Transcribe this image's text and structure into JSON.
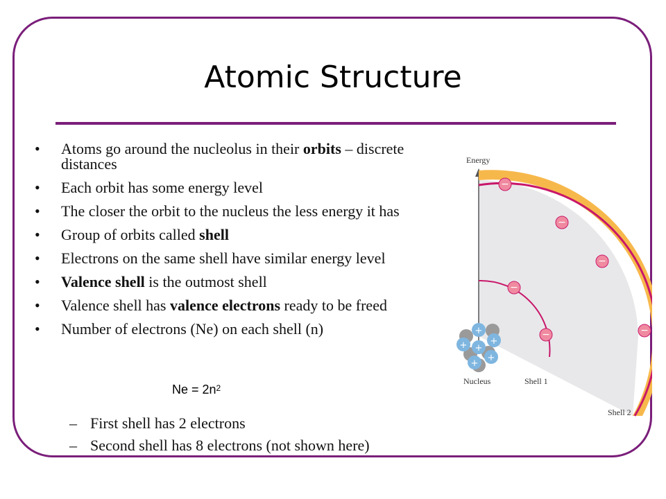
{
  "slide": {
    "title": "Atomic Structure",
    "bullets": [
      {
        "parts": [
          {
            "text": "Atoms go around the nucleolus in their "
          },
          {
            "text": "orbits",
            "bold": true
          },
          {
            "text": " – discrete distances"
          }
        ]
      },
      {
        "parts": [
          {
            "text": "Each orbit has some energy level"
          }
        ]
      },
      {
        "parts": [
          {
            "text": "The closer the orbit to the nucleus the less energy it has"
          }
        ]
      },
      {
        "parts": [
          {
            "text": "Group of orbits called "
          },
          {
            "text": "shell",
            "bold": true
          }
        ]
      },
      {
        "parts": [
          {
            "text": "Electrons on the same shell have similar energy level"
          }
        ]
      },
      {
        "parts": [
          {
            "text": "Valence shell",
            "bold": true
          },
          {
            "text": " is the outmost shell"
          }
        ]
      },
      {
        "parts": [
          {
            "text": "Valence shell has "
          },
          {
            "text": "valence electrons",
            "bold": true
          },
          {
            "text": " ready to be freed"
          }
        ]
      },
      {
        "parts": [
          {
            "text": "Number of electrons (Ne) on each shell (n)"
          }
        ]
      }
    ],
    "formula": {
      "base": "Ne = 2n",
      "exponent": "2"
    },
    "sub_bullets": [
      "First shell has 2 electrons",
      "Second shell has 8 electrons (not shown here)"
    ]
  },
  "diagram": {
    "energy_label": "Energy",
    "nucleus_label": "Nucleus",
    "shell1_label": "Shell 1",
    "shell2_label": "Shell 2",
    "electron_symbol": "−",
    "proton_symbol": "+",
    "colors": {
      "shell2_band": "#f7b84b",
      "shell_line": "#c8176a",
      "electron": "#f08aa0",
      "wedge": "#e8e8ea",
      "proton": "#7fb6e0",
      "neutron": "#9a9a9a",
      "frame": "#7a1e7a"
    }
  }
}
